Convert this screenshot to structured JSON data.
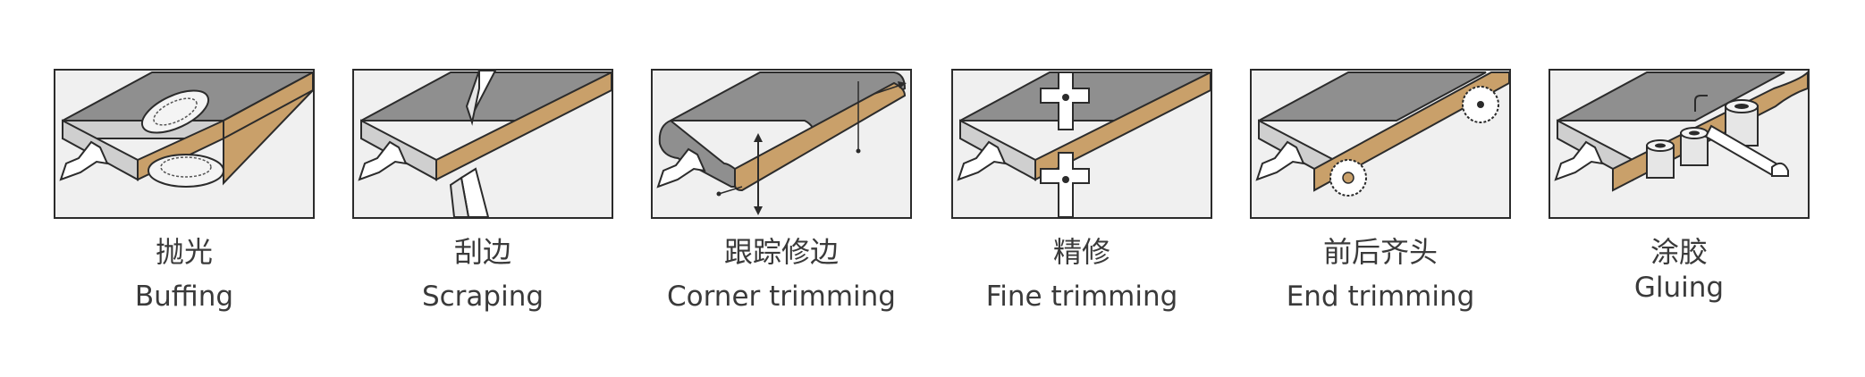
{
  "steps": [
    {
      "zh": "抛光",
      "en": "Buffing"
    },
    {
      "zh": "刮边",
      "en": "Scraping"
    },
    {
      "zh": "跟踪修边",
      "en": "Corner trimming"
    },
    {
      "zh": "精修",
      "en": "Fine trimming"
    },
    {
      "zh": "前后齐头",
      "en": "End trimming"
    },
    {
      "zh": "涂胶",
      "en": "Gluing"
    }
  ],
  "colors": {
    "board_top": "#8f8f8f",
    "board_side": "#cfcfcf",
    "edge_band": "#c9a06a",
    "panel_bg": "#f0f0f0",
    "outline": "#2b2b2b"
  }
}
